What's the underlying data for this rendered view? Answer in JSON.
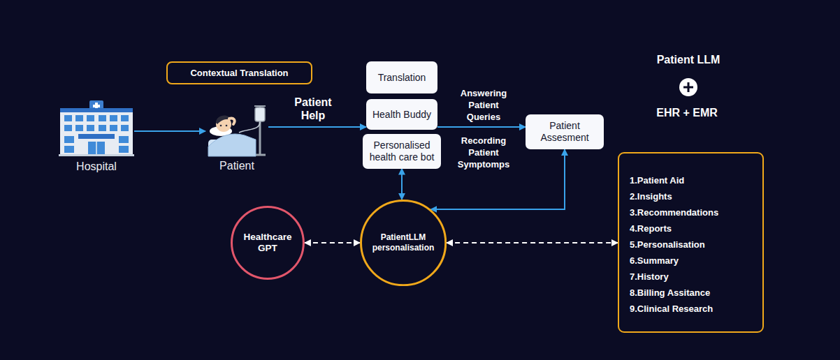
{
  "diagram": {
    "nodes": [
      {
        "text": [
          "Hospital"
        ]
      },
      {
        "text": [
          "Contextual Translation"
        ]
      },
      {
        "text": [
          "Patient"
        ]
      },
      {
        "text": [
          "Translation"
        ]
      },
      {
        "text": [
          "Health Buddy"
        ]
      },
      {
        "text": [
          "Personalised health care bot"
        ]
      },
      {
        "text": [
          "Patient Assesment"
        ]
      },
      {
        "text": [
          "Healthcare GPT"
        ]
      },
      {
        "text": [
          "PatientLLM personalisation"
        ]
      },
      {
        "text": [
          "1.Patient Aid",
          "2.Insights",
          "3.Recommendations",
          "4.Reports",
          "5.Personalisation",
          "6.Summary",
          "7.History",
          "8.Billing Assitance",
          "9.Clinical Research"
        ]
      }
    ],
    "edges": [
      {
        "from": 0,
        "to": 2,
        "arrow": "to"
      },
      {
        "from": 2,
        "to": 4,
        "arrow": "to",
        "label": "Patient Help"
      },
      {
        "from": 4,
        "to": 6,
        "arrow": "to",
        "label": "Answering Patient Queries"
      },
      {
        "from": 5,
        "to": 8,
        "arrow": "both"
      },
      {
        "from": 6,
        "to": 8,
        "arrow": "both"
      },
      {
        "from": 7,
        "to": 8,
        "arrow": "both"
      },
      {
        "from": 8,
        "to": 9,
        "arrow": "both"
      }
    ],
    "labels": [
      "Recording Patient Symptomps",
      "Patient LLM",
      "EHR + EMR"
    ]
  }
}
